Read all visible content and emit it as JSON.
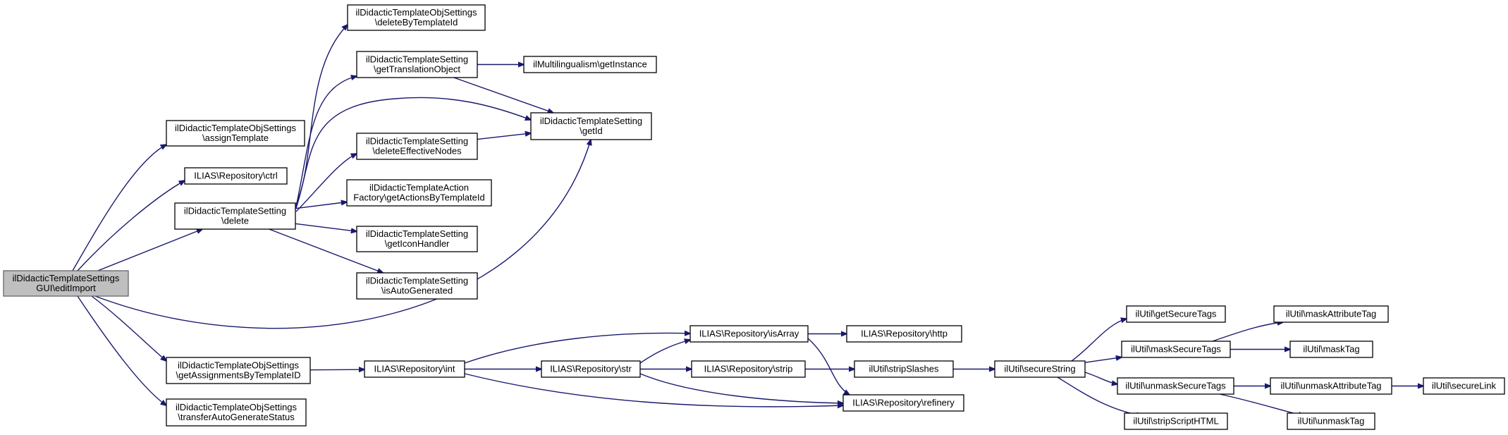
{
  "graph": {
    "nodes": [
      {
        "id": "root",
        "lines": [
          "ilDidacticTemplateSettings",
          "GUI\\editImport"
        ],
        "root": true
      },
      {
        "id": "objAssign",
        "lines": [
          "ilDidacticTemplateObjSettings",
          "\\assignTemplate"
        ]
      },
      {
        "id": "ctrl",
        "lines": [
          "ILIAS\\Repository\\ctrl"
        ]
      },
      {
        "id": "setDelete",
        "lines": [
          "ilDidacticTemplateSetting",
          "\\delete"
        ]
      },
      {
        "id": "objDelete",
        "lines": [
          "ilDidacticTemplateObjSettings",
          "\\deleteByTemplateId"
        ]
      },
      {
        "id": "getTrans",
        "lines": [
          "ilDidacticTemplateSetting",
          "\\getTranslationObject"
        ]
      },
      {
        "id": "multi",
        "lines": [
          "ilMultilingualism\\getInstance"
        ]
      },
      {
        "id": "getId",
        "lines": [
          "ilDidacticTemplateSetting",
          "\\getId"
        ]
      },
      {
        "id": "delEff",
        "lines": [
          "ilDidacticTemplateSetting",
          "\\deleteEffectiveNodes"
        ]
      },
      {
        "id": "actFactory",
        "lines": [
          "ilDidacticTemplateAction",
          "Factory\\getActionsByTemplateId"
        ]
      },
      {
        "id": "iconHandler",
        "lines": [
          "ilDidacticTemplateSetting",
          "\\getIconHandler"
        ]
      },
      {
        "id": "autoGen",
        "lines": [
          "ilDidacticTemplateSetting",
          "\\isAutoGenerated"
        ]
      },
      {
        "id": "getAssign",
        "lines": [
          "ilDidacticTemplateObjSettings",
          "\\getAssignmentsByTemplateID"
        ]
      },
      {
        "id": "transfer",
        "lines": [
          "ilDidacticTemplateObjSettings",
          "\\transferAutoGenerateStatus"
        ]
      },
      {
        "id": "int",
        "lines": [
          "ILIAS\\Repository\\int"
        ]
      },
      {
        "id": "str",
        "lines": [
          "ILIAS\\Repository\\str"
        ]
      },
      {
        "id": "isArray",
        "lines": [
          "ILIAS\\Repository\\isArray"
        ]
      },
      {
        "id": "http",
        "lines": [
          "ILIAS\\Repository\\http"
        ]
      },
      {
        "id": "strip",
        "lines": [
          "ILIAS\\Repository\\strip"
        ]
      },
      {
        "id": "refinery",
        "lines": [
          "ILIAS\\Repository\\refinery"
        ]
      },
      {
        "id": "stripSlashes",
        "lines": [
          "ilUtil\\stripSlashes"
        ]
      },
      {
        "id": "secureString",
        "lines": [
          "ilUtil\\secureString"
        ]
      },
      {
        "id": "getSecureTags",
        "lines": [
          "ilUtil\\getSecureTags"
        ]
      },
      {
        "id": "maskSecureTags",
        "lines": [
          "ilUtil\\maskSecureTags"
        ]
      },
      {
        "id": "unmaskSecureTags",
        "lines": [
          "ilUtil\\unmaskSecureTags"
        ]
      },
      {
        "id": "stripScriptHTML",
        "lines": [
          "ilUtil\\stripScriptHTML"
        ]
      },
      {
        "id": "maskAttributeTag",
        "lines": [
          "ilUtil\\maskAttributeTag"
        ]
      },
      {
        "id": "maskTag",
        "lines": [
          "ilUtil\\maskTag"
        ]
      },
      {
        "id": "unmaskAttributeTag",
        "lines": [
          "ilUtil\\unmaskAttributeTag"
        ]
      },
      {
        "id": "unmaskTag",
        "lines": [
          "ilUtil\\unmaskTag"
        ]
      },
      {
        "id": "secureLink",
        "lines": [
          "ilUtil\\secureLink"
        ]
      }
    ],
    "edges": [
      {
        "from": "root",
        "to": "objAssign"
      },
      {
        "from": "root",
        "to": "ctrl"
      },
      {
        "from": "root",
        "to": "setDelete"
      },
      {
        "from": "root",
        "to": "getId"
      },
      {
        "from": "root",
        "to": "getAssign"
      },
      {
        "from": "root",
        "to": "transfer"
      },
      {
        "from": "setDelete",
        "to": "objDelete"
      },
      {
        "from": "setDelete",
        "to": "getTrans"
      },
      {
        "from": "setDelete",
        "to": "getId"
      },
      {
        "from": "setDelete",
        "to": "delEff"
      },
      {
        "from": "setDelete",
        "to": "actFactory"
      },
      {
        "from": "setDelete",
        "to": "iconHandler"
      },
      {
        "from": "setDelete",
        "to": "autoGen"
      },
      {
        "from": "getTrans",
        "to": "multi"
      },
      {
        "from": "getTrans",
        "to": "getId"
      },
      {
        "from": "delEff",
        "to": "getId"
      },
      {
        "from": "getAssign",
        "to": "int"
      },
      {
        "from": "int",
        "to": "isArray"
      },
      {
        "from": "int",
        "to": "str"
      },
      {
        "from": "int",
        "to": "refinery"
      },
      {
        "from": "str",
        "to": "isArray"
      },
      {
        "from": "str",
        "to": "strip"
      },
      {
        "from": "str",
        "to": "refinery"
      },
      {
        "from": "isArray",
        "to": "http"
      },
      {
        "from": "isArray",
        "to": "refinery"
      },
      {
        "from": "strip",
        "to": "stripSlashes"
      },
      {
        "from": "stripSlashes",
        "to": "secureString"
      },
      {
        "from": "secureString",
        "to": "getSecureTags"
      },
      {
        "from": "secureString",
        "to": "maskSecureTags"
      },
      {
        "from": "secureString",
        "to": "unmaskSecureTags"
      },
      {
        "from": "secureString",
        "to": "stripScriptHTML"
      },
      {
        "from": "maskSecureTags",
        "to": "maskAttributeTag"
      },
      {
        "from": "maskSecureTags",
        "to": "maskTag"
      },
      {
        "from": "unmaskSecureTags",
        "to": "unmaskAttributeTag"
      },
      {
        "from": "unmaskSecureTags",
        "to": "unmaskTag"
      },
      {
        "from": "unmaskAttributeTag",
        "to": "secureLink"
      }
    ]
  }
}
